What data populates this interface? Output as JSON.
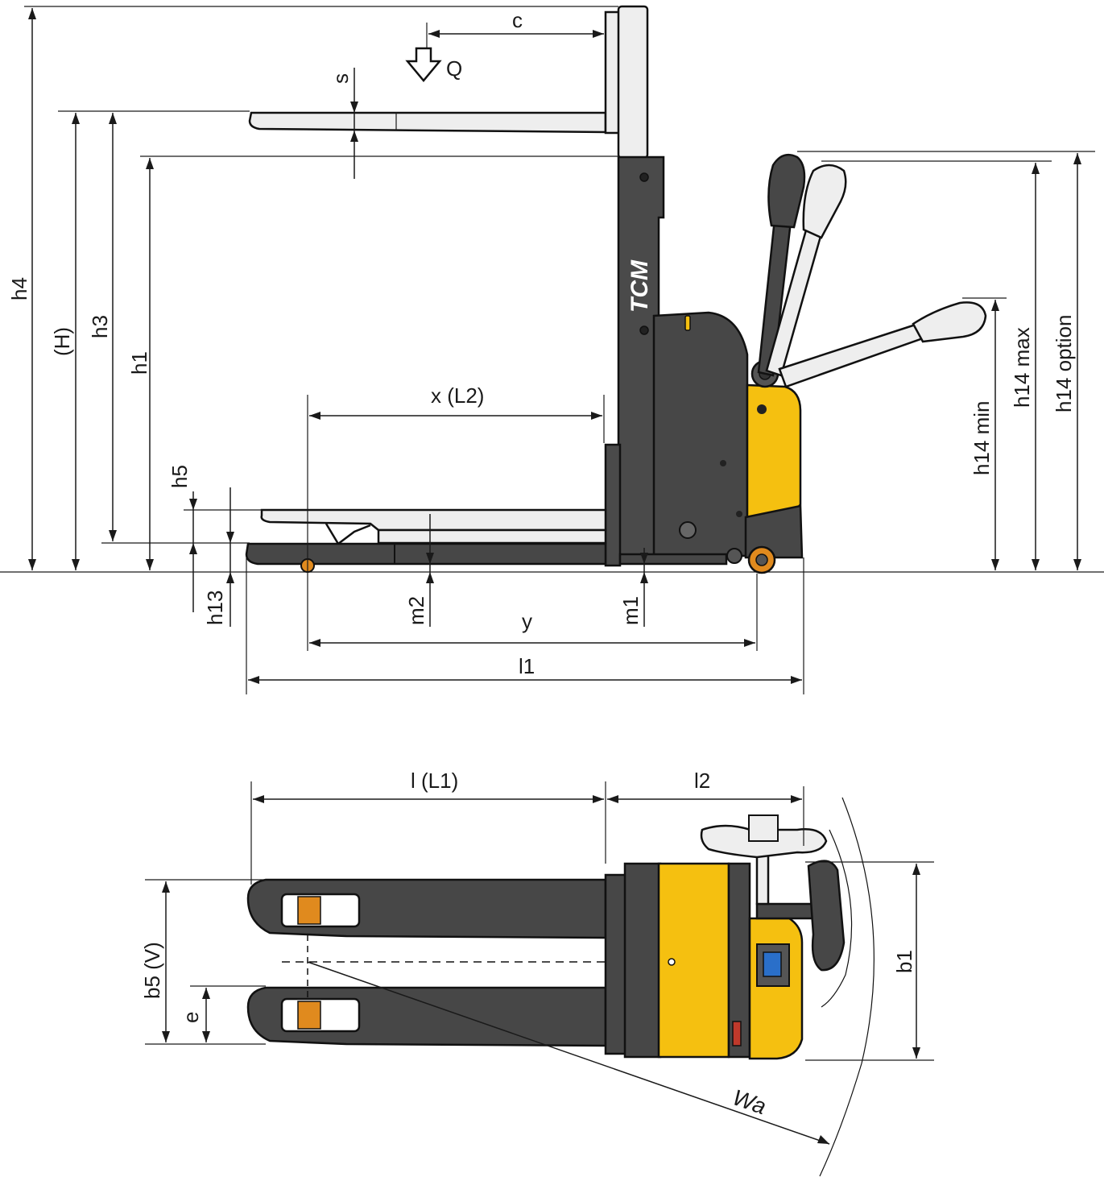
{
  "brand": "TCM",
  "colors": {
    "body": "#474747",
    "accent_yellow": "#f5c010",
    "wheel_orange": "#e08a1e",
    "display_blue": "#2a6fc9",
    "line": "#1a1a1a"
  },
  "labels": {
    "c": "c",
    "q": "Q",
    "s": "s",
    "h4": "h4",
    "H": "(H)",
    "h3": "h3",
    "h1": "h1",
    "h5": "h5",
    "h13": "h13",
    "x_l2": "x (L2)",
    "m2": "m2",
    "m1": "m1",
    "y": "y",
    "l1": "l1",
    "h14_min": "h14 min",
    "h14_max": "h14 max",
    "h14_option": "h14 option",
    "l_L1": "l (L1)",
    "l2": "l2",
    "b5_V": "b5 (V)",
    "e": "e",
    "b1": "b1",
    "wa": "Wa"
  }
}
